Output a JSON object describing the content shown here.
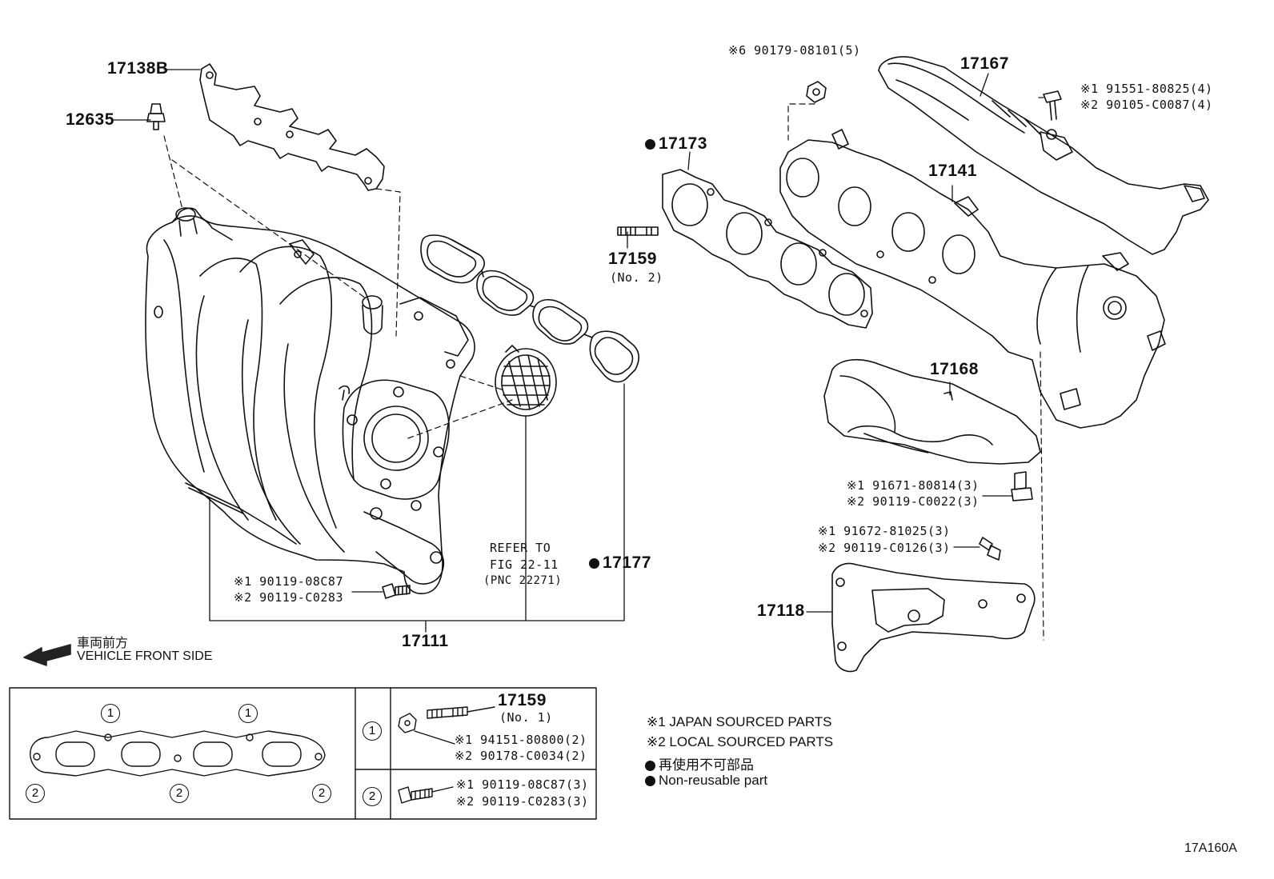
{
  "parts": {
    "p17138B": "17138B",
    "p12635": "12635",
    "p17111": "17111",
    "p17177": "17177",
    "p17173": "17173",
    "p17159": "17159",
    "p17159_no2": "(No. 2)",
    "p17167": "17167",
    "p17141": "17141",
    "p17168": "17168",
    "p17118": "17118",
    "p17159_inset": "17159",
    "p17159_no1": "(No. 1)"
  },
  "fasteners": {
    "f90179": "※6 90179-08101(5)",
    "f91551": "※1 91551-80825(4)",
    "f90105": "※2 90105-C0087(4)",
    "f91671": "※1 91671-80814(3)",
    "f90119_c0022": "※2 90119-C0022(3)",
    "f91672": "※1 91672-81025(3)",
    "f90119_c0126": "※2 90119-C0126(3)",
    "f90119_08c87": "※1 90119-08C87",
    "f90119_c0283": "※2 90119-C0283",
    "f94151": "※1 94151-80800(2)",
    "f90178": "※2 90178-C0034(2)",
    "f90119_08c87_3": "※1 90119-08C87(3)",
    "f90119_c0283_3": "※2 90119-C0283(3)"
  },
  "refer": {
    "line1": "REFER TO",
    "line2": "FIG 22-11",
    "line3": "(PNC 22271)"
  },
  "direction": {
    "jp": "車両前方",
    "en": "VEHICLE FRONT SIDE"
  },
  "legend": {
    "japan": "※1 JAPAN SOURCED PARTS",
    "local": "※2 LOCAL SOURCED PARTS",
    "nonreuse_jp": "再使用不可部品",
    "nonreuse_en": "Non-reusable part"
  },
  "inset": {
    "marker1": "1",
    "marker2": "2"
  },
  "figure_id": "17A160A"
}
